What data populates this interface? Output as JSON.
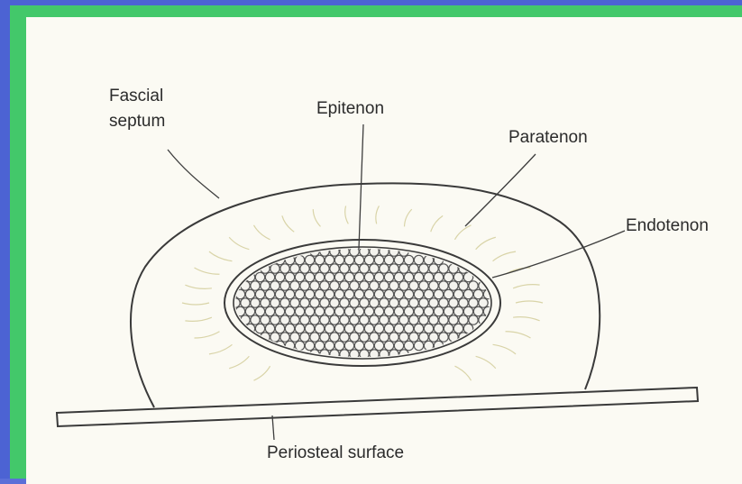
{
  "diagram": {
    "labels": {
      "fascial_septum_line1": "Fascial",
      "fascial_septum_line2": "septum",
      "epitenon": "Epitenon",
      "paratenon": "Paratenon",
      "endotenon": "Endotenon",
      "periosteal_surface": "Periosteal surface"
    },
    "colors": {
      "outer_border": "#4c63d3",
      "slide_border": "#43c86a",
      "paper": "#fbfaf3",
      "ink": "#2b2b2b",
      "fiber_fill": "#f4f3ee",
      "fiber_stroke": "#555555"
    }
  }
}
